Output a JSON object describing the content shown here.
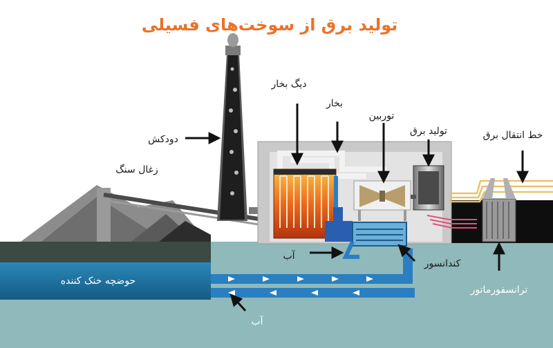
{
  "title": "تولید برق از سوخت‌های فسیلی",
  "labels": {
    "boiler": "دیگ بخار",
    "steam": "بخار",
    "turbine": "توربین",
    "generator": "تولید برق",
    "transmission_line": "خط انتقال برق",
    "chimney": "دودکش",
    "coal": "زغال سنگ",
    "water_in": "آب",
    "water_out": "آب",
    "condenser": "کندانسور",
    "cooling_pond": "حوضچه خنک کننده",
    "transformer": "ترانسفورماتور"
  },
  "colors": {
    "title": "#e8732a",
    "ground": "#8fb9bb",
    "pond": "#1f6d9a",
    "building": "#c9c9c9",
    "water_pipe": "#2a7fc0",
    "fire": "#e85a1a"
  }
}
